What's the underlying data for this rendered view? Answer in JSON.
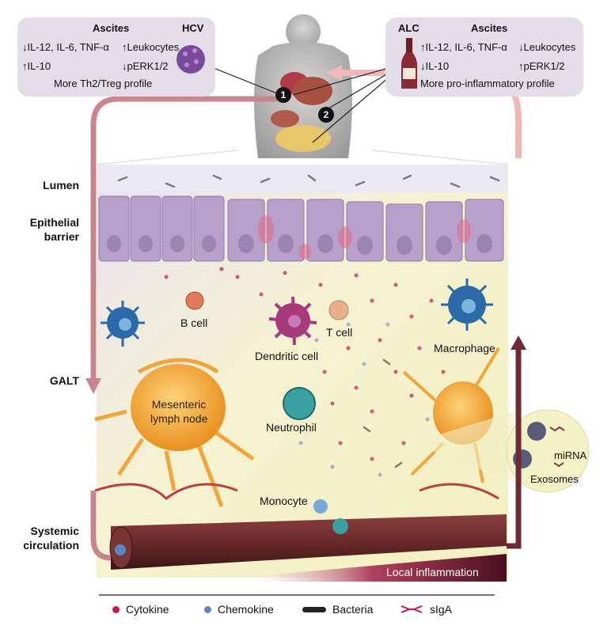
{
  "left_box": {
    "title": "Ascites",
    "virus": "HCV",
    "line1": "↓IL-12, IL-6, TNF-α",
    "line1b": "↑Leukocytes",
    "line2": "↑IL-10",
    "line2b": "↓pERK1/2",
    "summary": "More Th2/Treg profile"
  },
  "right_box": {
    "cause": "ALC",
    "title": "Ascites",
    "line1": "↑IL-12, IL-6, TNF-α",
    "line1b": "↓Leukocytes",
    "line2": "↓IL-10",
    "line2b": "↑pERK1/2",
    "summary": "More pro-inflammatory profile"
  },
  "markers": [
    "1",
    "2"
  ],
  "side_labels": {
    "lumen": "Lumen",
    "epithelial_1": "Epithelial",
    "epithelial_2": "barrier",
    "galt": "GALT",
    "systemic_1": "Systemic",
    "systemic_2": "circulation"
  },
  "cells": {
    "b_cell": "B cell",
    "t_cell": "T cell",
    "dendritic": "Dendritic cell",
    "macrophage": "Macrophage",
    "mln_1": "Mesenteric",
    "mln_2": "lymph node",
    "neutrophil": "Neutrophil",
    "monocyte": "Monocyte",
    "mirna": "miRNA",
    "exosomes": "Exosomes"
  },
  "inflammation_label": "Local inflammation",
  "legend": {
    "cytokine": "Cytokine",
    "chemokine": "Chemokine",
    "bacteria": "Bacteria",
    "siga": "sIgA"
  },
  "colors": {
    "box_bg": "#e3dde8",
    "arrow": "#c9858d",
    "arrow_dark": "#7a2a33",
    "tissue": "#f3f1c8",
    "epithelium": "#b39ac4",
    "node": "#f2a53a",
    "vessel": "#6e2f2f",
    "cytokine": "#c2185b",
    "chemokine": "#5b86c4"
  }
}
